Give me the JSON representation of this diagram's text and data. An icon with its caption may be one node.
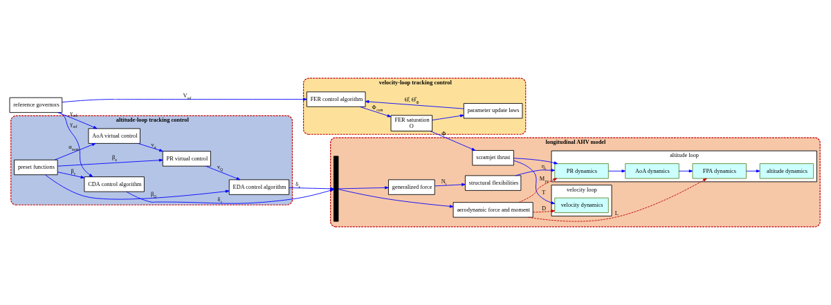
{
  "diagram": {
    "nodes": [
      {
        "text": [
          "reference governors"
        ]
      },
      {
        "text": [
          "velocity-loop tracking control"
        ]
      },
      {
        "text": [
          "parameter update laws"
        ],
        "in": 1
      },
      {
        "text": [
          "FER control algorithm"
        ],
        "in": 1
      },
      {
        "text": [
          "FER saturation",
          "O"
        ],
        "in": 1
      },
      {
        "text": [
          "altitude-loop tracking control"
        ]
      },
      {
        "text": [
          "CDA control algorithm"
        ],
        "in": 5
      },
      {
        "text": [
          "preset functions"
        ],
        "in": 5
      },
      {
        "text": [
          "AoA virtual control"
        ],
        "in": 5
      },
      {
        "text": [
          "PR virtual control"
        ],
        "in": 5
      },
      {
        "text": [
          "EDA control algorithm"
        ],
        "in": 5
      },
      {
        "text": [
          "longitudinal AHV model"
        ]
      },
      {
        "text": [
          "scramjet thrust"
        ],
        "in": 11
      },
      {
        "text": [
          "velocity loop"
        ],
        "in": 11
      },
      {
        "text": [
          "velocity dynamics"
        ],
        "in": 13
      },
      {
        "text": [],
        "shape": "bar",
        "in": 11
      },
      {
        "text": [
          "aerodynamic force and moment"
        ],
        "in": 11
      },
      {
        "text": [
          "altitude loop"
        ],
        "in": 11
      },
      {
        "text": [
          "altitude dynamics"
        ],
        "in": 17
      },
      {
        "text": [
          "FPA dynamics"
        ],
        "in": 17
      },
      {
        "text": [
          "AoA dynamics"
        ],
        "in": 17
      },
      {
        "text": [
          "PR dynamics"
        ],
        "in": 17
      },
      {
        "text": [
          "generalized force"
        ],
        "in": 11
      },
      {
        "text": [
          "structural flexibilities"
        ],
        "in": 11
      }
    ],
    "edges": [
      {
        "from": 0,
        "to": 3,
        "arrow": "to",
        "label": "V$_{ref}$"
      },
      {
        "from": 2,
        "to": 3,
        "arrow": "to",
        "label": "Θ̂, Θ̂$_{Φ}$"
      },
      {
        "from": 3,
        "to": 4,
        "arrow": "to",
        "label": "Φ$_{com}$"
      },
      {
        "from": 4,
        "to": 2,
        "arrow": "to"
      },
      {
        "from": 4,
        "to": 12,
        "arrow": "to",
        "label": "Φ"
      },
      {
        "from": 0,
        "to": 6,
        "arrow": "to",
        "label": "γ$_{ref}$"
      },
      {
        "from": 0,
        "to": 8,
        "arrow": "to",
        "label": "γ$_{ref}$"
      },
      {
        "from": 7,
        "to": 6,
        "arrow": "to",
        "label": "β$_{γ}$"
      },
      {
        "from": 7,
        "to": 8,
        "arrow": "to",
        "label": "α$_{nom}$"
      },
      {
        "from": 7,
        "to": 9,
        "arrow": "to",
        "label": "β$_{α}$"
      },
      {
        "from": 7,
        "to": 10,
        "arrow": "to",
        "label": "β$_{Q}$"
      },
      {
        "from": 8,
        "to": 9,
        "arrow": "to",
        "label": "v$_{α}$"
      },
      {
        "from": 9,
        "to": 10,
        "arrow": "to",
        "label": "v$_{Q}$"
      },
      {
        "from": 6,
        "to": 15,
        "arrow": "to",
        "label": "δ$_{c}$"
      },
      {
        "from": 10,
        "to": 15,
        "arrow": "to",
        "label": "δ$_{e}$"
      },
      {
        "from": 15,
        "to": 16,
        "arrow": "to"
      },
      {
        "from": 15,
        "to": 22,
        "arrow": "to"
      },
      {
        "from": 12,
        "to": 14,
        "arrow": "to",
        "label": "T"
      },
      {
        "from": 12,
        "to": 21,
        "arrow": "to"
      },
      {
        "from": 16,
        "to": 14,
        "arrow": "to",
        "label": "D",
        "style": "dashed",
        "color": "#c00000"
      },
      {
        "from": 16,
        "to": 19,
        "arrow": "to",
        "label": "L",
        "style": "dashed",
        "color": "#c00000"
      },
      {
        "from": 16,
        "to": 21,
        "arrow": "to",
        "label": "M$_{yy}$",
        "style": "dashed",
        "color": "#c00000"
      },
      {
        "from": 22,
        "to": 23,
        "arrow": "to",
        "label": "N$_{i}$"
      },
      {
        "from": 23,
        "to": 21,
        "arrow": "to",
        "label": "η$_{i}$"
      },
      {
        "from": 21,
        "to": 20,
        "arrow": "to"
      },
      {
        "from": 20,
        "to": 19,
        "arrow": "to"
      },
      {
        "from": 19,
        "to": 18,
        "arrow": "to"
      }
    ]
  }
}
